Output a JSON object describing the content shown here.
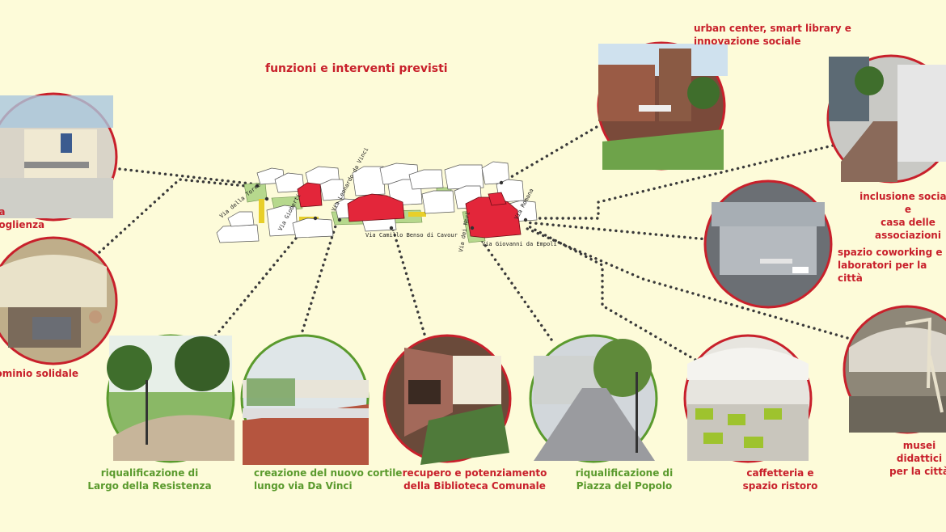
{
  "title": "funzioni e interventi previsti",
  "streets": {
    "s1": "Via della Torre",
    "s2": "Via Gioberti",
    "s3": "Via Leonardo da Vinci",
    "s4": "Via Camillo Benso di Cavour",
    "s5": "Via Romana",
    "s6": "Via Giovanni da Empoli",
    "s7": "Via dei Neri"
  },
  "labels": {
    "urban": [
      "urban center, smart library e",
      "innovazione sociale"
    ],
    "inclusione": [
      "inclusione sociale e",
      "casa delle associazioni"
    ],
    "coworking": [
      "spazio coworking e",
      "laboratori per la città"
    ],
    "musei": [
      "musei didattici",
      "per la città"
    ],
    "caffetteria": [
      "caffetteria e",
      "spazio ristoro"
    ],
    "piazza": [
      "riqualificazione di",
      "Piazza del Popolo"
    ],
    "biblioteca": [
      "recupero e potenziamento",
      "della Biblioteca Comunale"
    ],
    "cortile": [
      "creazione del nuovo cortile",
      "lungo via Da Vinci"
    ],
    "largo": [
      "riqualificazione di",
      "Largo della Resistenza"
    ],
    "condominio": "condominio solidale",
    "left_top": [
      "casa",
      "accoglienza"
    ]
  },
  "colors": {
    "background": "#fdfbd9",
    "accent_red": "#c8202b",
    "accent_green": "#5a9a2d",
    "dots": "#3a3a3a"
  }
}
